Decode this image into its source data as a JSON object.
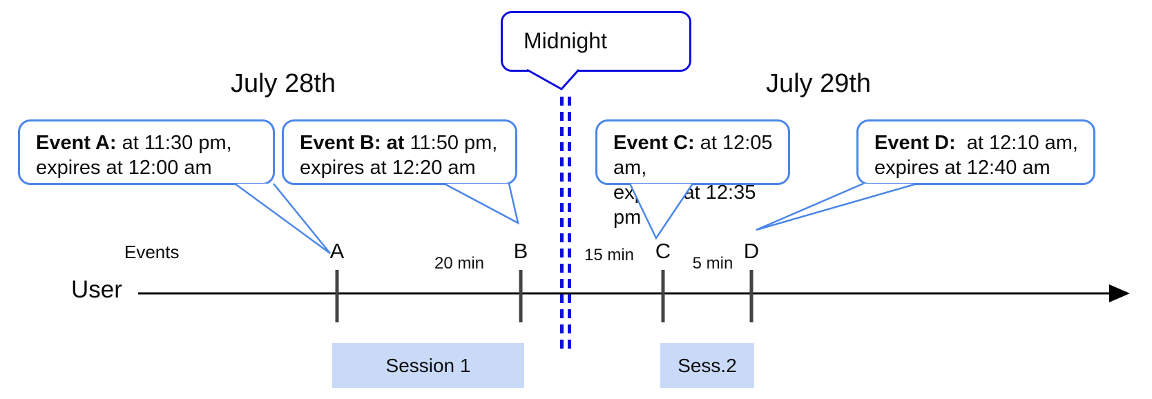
{
  "day_labels": {
    "july28": "July 28th",
    "july29": "July 29th"
  },
  "midnight_callout": {
    "label": "Midnight"
  },
  "event_callouts": {
    "a": {
      "bold": "Event A:",
      "rest1": " at 11:30 pm,",
      "line2": "expires at 12:00 am"
    },
    "b": {
      "bold": "Event B: at",
      "rest1": " 11:50 pm,",
      "line2": "expires at 12:20 am"
    },
    "c": {
      "bold": "Event C:",
      "rest1": " at 12:05 am,",
      "line2": "expires at 12:35 pm"
    },
    "d": {
      "bold": "Event D:",
      "rest1": "  at 12:10 am,",
      "line2": "expires at 12:40 am"
    }
  },
  "axis": {
    "events_label": "Events",
    "user_label": "User"
  },
  "tick_labels": {
    "a": "A",
    "b": "B",
    "c": "C",
    "d": "D"
  },
  "gap_labels": {
    "ab": "20 min",
    "bc": "15 min",
    "cd": "5 min"
  },
  "sessions": {
    "s1": "Session 1",
    "s2": "Sess.2"
  },
  "colors": {
    "callout_border": "#4a86e8",
    "midnight_border": "#0d0de0",
    "dashed_midnight_line": "#0d0de0",
    "session_fill": "#c9daf8",
    "tick_color": "#434343",
    "timeline_color": "#000000"
  }
}
